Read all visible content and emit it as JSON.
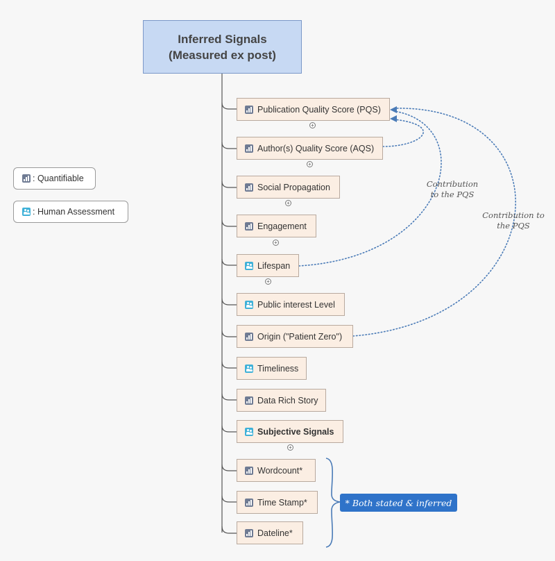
{
  "root": {
    "line1": "Inferred Signals",
    "line2": "(Measured ex post)"
  },
  "legend": [
    {
      "icon": "bar-chart-icon",
      "label": ": Quantifiable"
    },
    {
      "icon": "people-icon",
      "label": ": Human Assessment"
    }
  ],
  "nodes": [
    {
      "label": "Publication Quality Score (PQS)",
      "icon": "quantifiable"
    },
    {
      "label": "Author(s) Quality Score (AQS)",
      "icon": "quantifiable"
    },
    {
      "label": "Social Propagation",
      "icon": "quantifiable"
    },
    {
      "label": "Engagement",
      "icon": "quantifiable"
    },
    {
      "label": "Lifespan",
      "icon": "human"
    },
    {
      "label": "Public interest Level",
      "icon": "human"
    },
    {
      "label": "Origin (\"Patient Zero\")",
      "icon": "quantifiable"
    },
    {
      "label": "Timeliness",
      "icon": "human"
    },
    {
      "label": "Data Rich Story",
      "icon": "quantifiable"
    },
    {
      "label": "Subjective Signals",
      "icon": "human"
    },
    {
      "label": "Wordcount*",
      "icon": "quantifiable"
    },
    {
      "label": "Time Stamp*",
      "icon": "quantifiable"
    },
    {
      "label": "Dateline*",
      "icon": "quantifiable"
    }
  ],
  "annotations": {
    "contribution_a": [
      "Contribution",
      "to the PQS"
    ],
    "contribution_b": [
      "Contribution to",
      "the PQS"
    ]
  },
  "callout": "* Both stated & inferred",
  "colors": {
    "root_fill": "#c7d9f3",
    "node_fill": "#fbeee3",
    "connector": "#4a7bb7",
    "callout": "#2f73c9"
  }
}
